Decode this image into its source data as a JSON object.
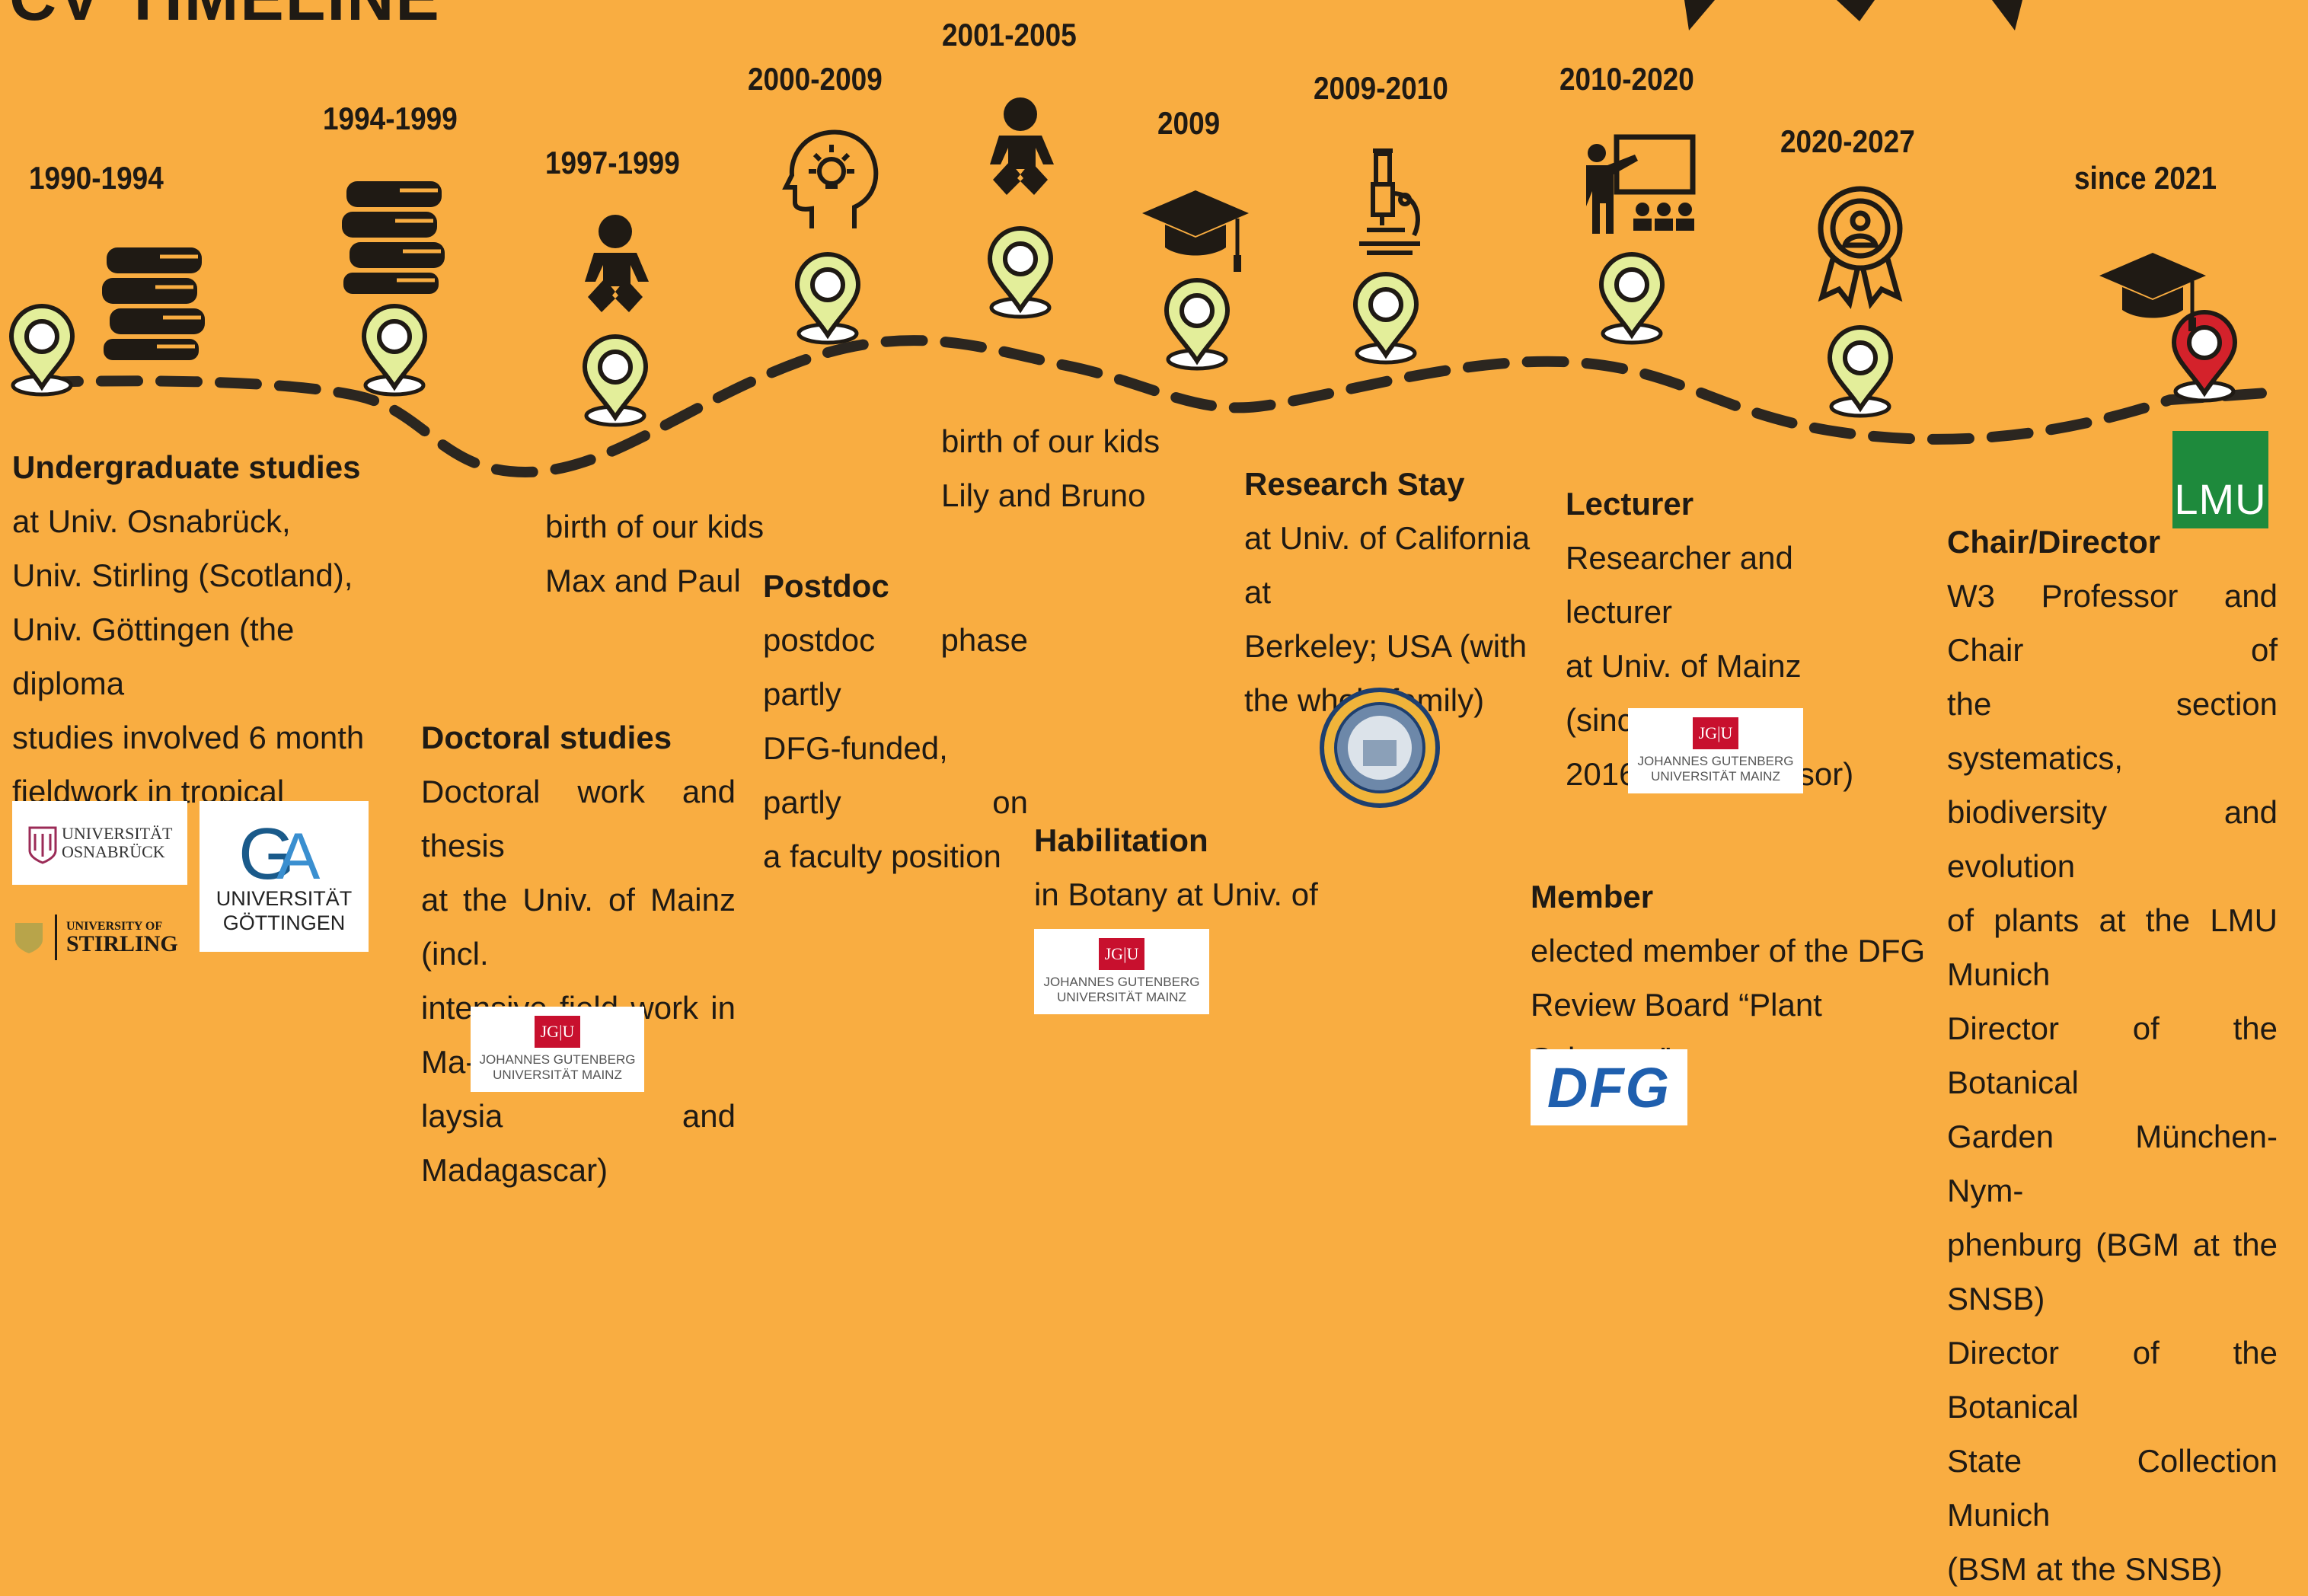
{
  "title": "CV TIMELINE",
  "years": [
    {
      "id": "y1990",
      "text": "1990-1994"
    },
    {
      "id": "y1994",
      "text": "1994-1999"
    },
    {
      "id": "y1997",
      "text": "1997-1999"
    },
    {
      "id": "y2000",
      "text": "2000-2009"
    },
    {
      "id": "y2001",
      "text": "2001-2005"
    },
    {
      "id": "y2009",
      "text": "2009"
    },
    {
      "id": "y2009b",
      "text": "2009-2010"
    },
    {
      "id": "y2010",
      "text": "2010-2020"
    },
    {
      "id": "y2020",
      "text": "2020-2027"
    },
    {
      "id": "y2021",
      "text": "since 2021"
    }
  ],
  "entries": {
    "undergrad": {
      "heading": "Undergraduate studies",
      "lines": [
        "at Univ. Osnabrück,",
        "Univ. Stirling (Scotland),",
        "Univ. Göttingen (the diploma",
        "studies involved 6 month",
        "fieldwork in tropical Brazil)"
      ]
    },
    "kids1": {
      "heading": "",
      "lines": [
        "birth of our kids",
        "Max and Paul"
      ]
    },
    "doctoral": {
      "heading": "Doctoral studies",
      "lines": [
        "Doctoral work and thesis",
        "at the Univ. of Mainz (incl.",
        "intensive field work in Ma-",
        "laysia and Madagascar)"
      ]
    },
    "postdoc": {
      "heading": "Postdoc",
      "lines": [
        "postdoc phase partly",
        "DFG-funded, partly on",
        "a faculty position"
      ]
    },
    "kids2": {
      "heading": "",
      "lines": [
        "birth of our kids",
        "Lily and Bruno"
      ]
    },
    "habil": {
      "heading": "Habilitation",
      "lines": [
        "in Botany at Univ. of Mainz"
      ]
    },
    "research": {
      "heading": "Research Stay",
      "lines": [
        "at Univ. of California at",
        "Berkeley; USA (with",
        "the whole family)"
      ]
    },
    "lecturer": {
      "heading": "Lecturer",
      "lines": [
        "Researcher and lecturer",
        "at Univ. of Mainz (since",
        "2016 apl. Professor)"
      ]
    },
    "member": {
      "heading": "Member",
      "lines": [
        "elected member of the DFG",
        "Review Board “Plant Sciences”"
      ]
    },
    "chair": {
      "heading": "Chair/Director",
      "lines": [
        "W3 Professor and Chair of",
        "the section systematics,",
        "biodiversity and evolution",
        "of plants at the LMU Munich",
        "Director of the Botanical",
        "Garden München-Nym-",
        "phenburg (BGM at the",
        "SNSB)",
        "Director of the Botanical",
        "State Collection Munich",
        "(BSM at the SNSB)"
      ]
    }
  },
  "logos": {
    "osnabrueck": "UNIVERSITÄT OSNABRÜCK",
    "stirling_a": "UNIVERSITY OF",
    "stirling_b": "STIRLING",
    "goettingen_a": "UNIVERSITÄT",
    "goettingen_b": "GÖTTINGEN",
    "jgu_mark": "JG|U",
    "jgu_a": "JOHANNES GUTENBERG",
    "jgu_b": "UNIVERSITÄT MAINZ",
    "dfg": "DFG",
    "lmu": "LMU"
  },
  "colors": {
    "background": "#f9ad41",
    "pin_default": "#e3ee9a",
    "pin_current": "#d4222b",
    "path": "#2b2620"
  },
  "icons": [
    "books-icon",
    "baby-icon",
    "lightbulb-head-icon",
    "graduation-cap-icon",
    "microscope-icon",
    "teacher-icon",
    "award-badge-icon"
  ]
}
